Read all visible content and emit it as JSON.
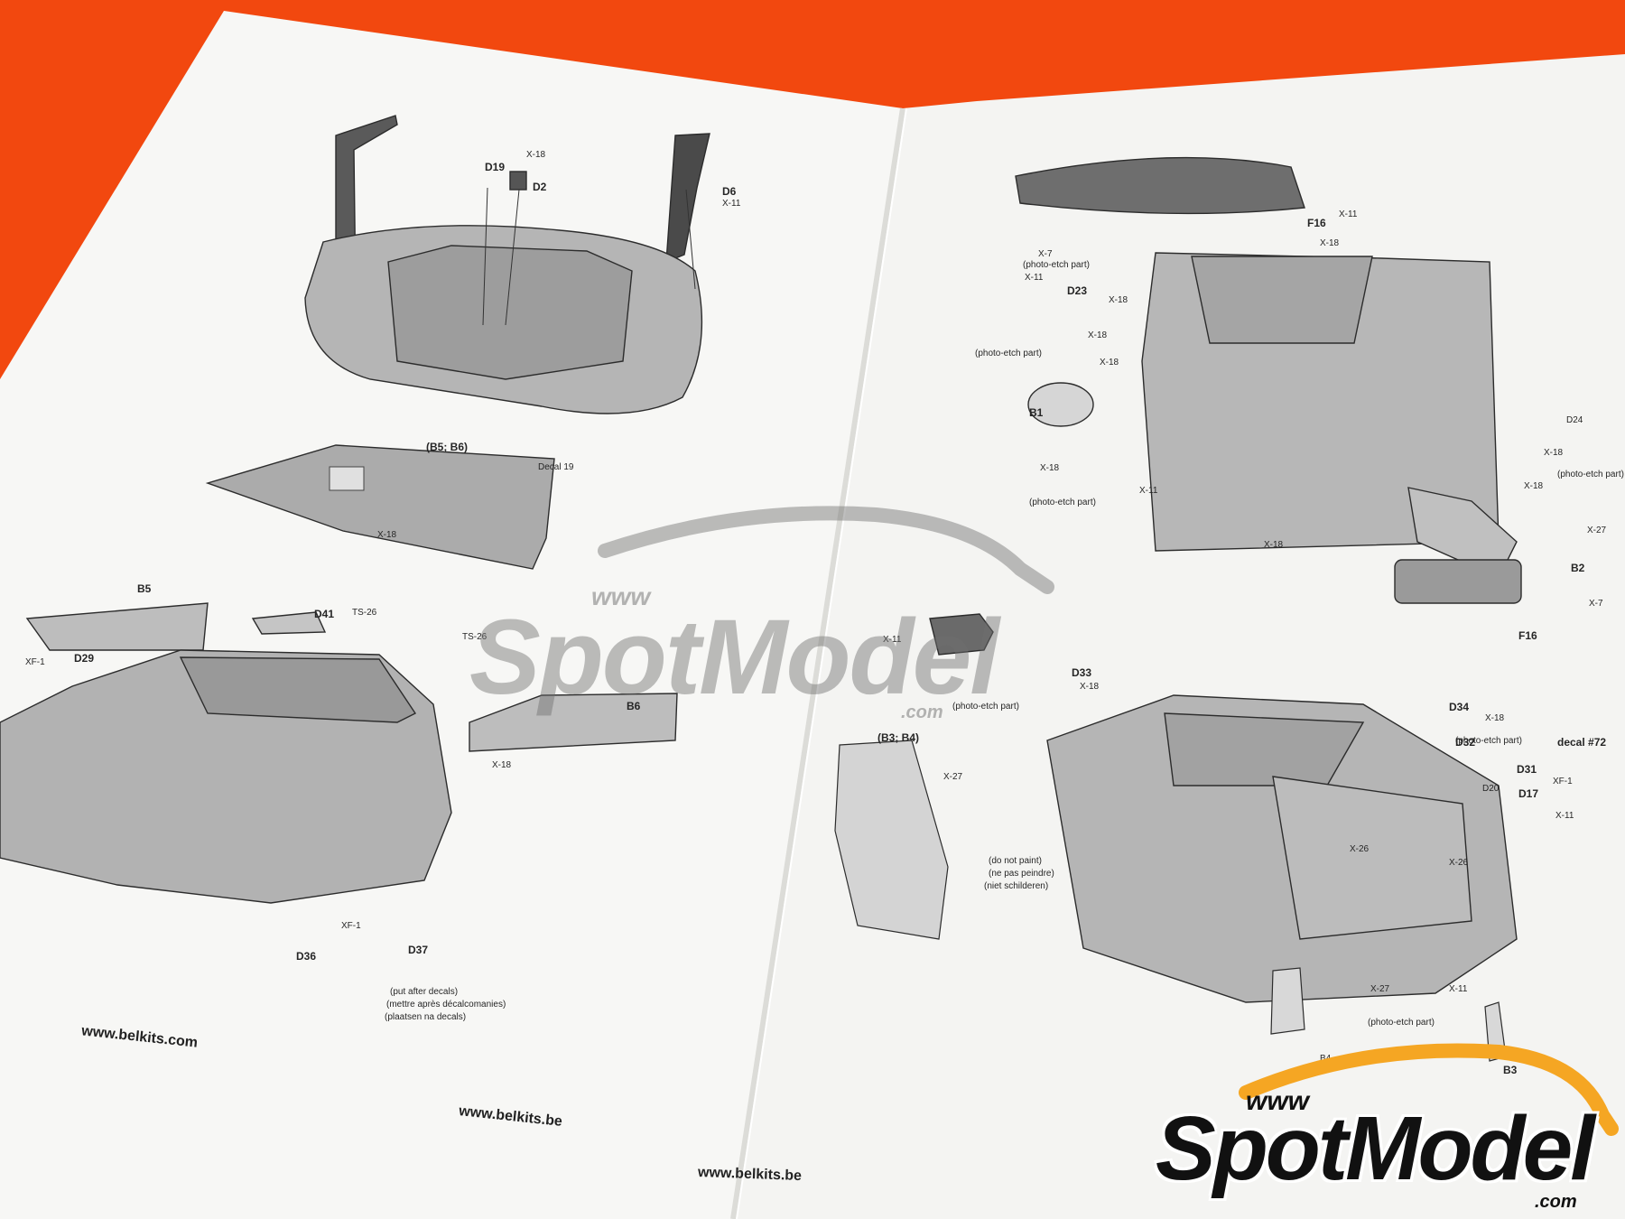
{
  "watermark": {
    "www": "www",
    "brand": "SpotModel",
    "domain": ".com"
  },
  "left_page": {
    "labels": {
      "d19": "D19",
      "d2": "D2",
      "d6": "D6",
      "x18_top": "X-18",
      "x11_top": "X-11",
      "b5b6": "(B5; B6)",
      "decal19": "Decal 19",
      "x18_panel": "X-18",
      "b5": "B5",
      "d41": "D41",
      "ts26_a": "TS-26",
      "ts26_b": "TS-26",
      "xf1_left": "XF-1",
      "d29": "D29",
      "b6": "B6",
      "x18_car": "X-18",
      "xf1_bottom": "XF-1",
      "d36": "D36",
      "d37": "D37",
      "put_after_1": "(put after decals)",
      "put_after_2": "(mettre après décalcomanies)",
      "put_after_3": "(plaatsen na decals)"
    },
    "url_1": "www.belkits.com",
    "url_2": "www.belkits.be"
  },
  "right_page": {
    "labels": {
      "x11_f16": "X-11",
      "f16_top": "F16",
      "x18_f16": "X-18",
      "x7": "X-7",
      "photo_etch_1": "(photo-etch part)",
      "x11_b": "X-11",
      "d23": "D23",
      "x18_d23": "X-18",
      "x18_c": "X-18",
      "photo_etch_2": "(photo-etch part)",
      "x18_d": "X-18",
      "b1": "B1",
      "x18_e": "X-18",
      "x11_c": "X-11",
      "photo_etch_3": "(photo-etch part)",
      "x18_bottom": "X-18",
      "d24": "D24",
      "x18_r1": "X-18",
      "x18_r2": "X-18",
      "photo_etch_r": "(photo-etch part)",
      "x27_r": "X-27",
      "b2": "B2",
      "x7_r": "X-7",
      "f16_bottom": "F16",
      "x11_mirror": "X-11",
      "d33": "D33",
      "x18_d33": "X-18",
      "photo_etch_4": "(photo-etch part)",
      "d34": "D34",
      "x18_d34": "X-18",
      "photo_etch_5": "(photo-etch part)",
      "d32": "D32",
      "decal72": "decal #72",
      "d31": "D31",
      "xf1_r": "XF-1",
      "d20": "D20",
      "d17": "D17",
      "x11_d17": "X-11",
      "b3b4": "(B3; B4)",
      "x27_b3": "X-27",
      "dnp_1": "(do not paint)",
      "dnp_2": "(ne pas peindre)",
      "dnp_3": "(niet schilderen)",
      "x26_a": "X-26",
      "x26_b": "X-26",
      "x27_bottom": "X-27",
      "x11_bottom": "X-11",
      "photo_etch_6": "(photo-etch part)",
      "b4": "B4",
      "b3": "B3"
    },
    "url": "www.belkits.be"
  }
}
